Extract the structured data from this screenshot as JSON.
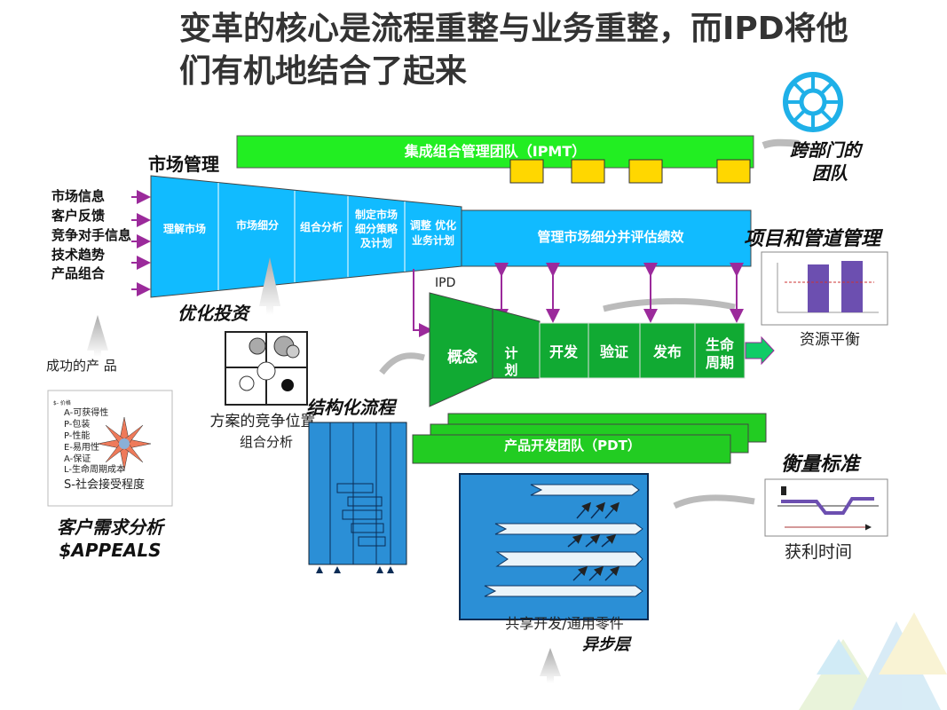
{
  "title": {
    "line1": "变革的核心是流程重整与业务重整，而IPD将他",
    "line2": "们有机地结合了起来"
  },
  "ipmt": "集成组合管理团队（IPMT）",
  "cross_team": {
    "line1": "跨部门的",
    "line2": "团队"
  },
  "market": {
    "heading": "市场管理",
    "inputs": [
      "市场信息",
      "客户反馈",
      "竞争对手信息",
      "技术趋势",
      "产品组合"
    ],
    "steps": [
      {
        "l1": "理解市场",
        "l2": "",
        "l3": ""
      },
      {
        "l1": "市场细分",
        "l2": "",
        "l3": ""
      },
      {
        "l1": "组合分析",
        "l2": "",
        "l3": ""
      },
      {
        "l1": "制定市场",
        "l2": "细分策略",
        "l3": "及计划"
      },
      {
        "l1": "调整 优化",
        "l2": "业务计划",
        "l3": ""
      }
    ],
    "manage_bar": "管理市场细分并评估绩效"
  },
  "project_pipeline": "项目和管道管理",
  "resource_balance": "资源平衡",
  "ipd_label": "IPD",
  "ipd_stages": [
    {
      "l1": "概念",
      "l2": ""
    },
    {
      "l1": "计",
      "l2": "划"
    },
    {
      "l1": "开发",
      "l2": ""
    },
    {
      "l1": "验证",
      "l2": ""
    },
    {
      "l1": "发布",
      "l2": ""
    },
    {
      "l1": "生命",
      "l2": "周期"
    }
  ],
  "optimize_invest": "优化投资",
  "successful_product": "成功的产  品",
  "portfolio": {
    "line1": "方案的竞争位置",
    "line2": "组合分析"
  },
  "structured_process": "结构化流程",
  "pdt": "产品开发团队（PDT）",
  "appeals": {
    "items": [
      "$- 价格",
      "A-可获得性",
      "P-包装",
      "P-性能",
      "E-易用性",
      "A-保证",
      "L-生命周期成本",
      "S-社会接受程度"
    ],
    "caption1": "客户需求分析",
    "caption2": "$APPEALS"
  },
  "metrics": "衡量标准",
  "time_to_profit": "获利时间",
  "shared_dev": "共享开发/通用零件",
  "async_layer": "异步层",
  "colors": {
    "green": "#22ee22",
    "cyan": "#11bbff",
    "dark_green": "#11aa33",
    "yellow": "#ffd700",
    "purple": "#9b2a9b",
    "title": "#333333"
  }
}
